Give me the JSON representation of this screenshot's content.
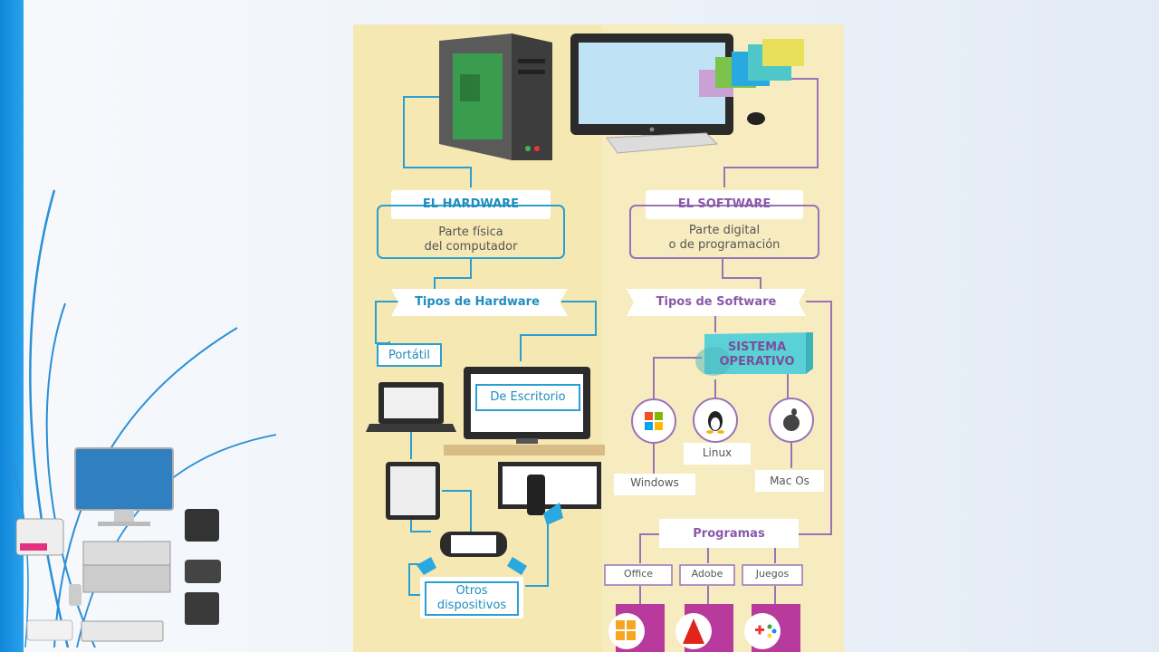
{
  "hardware": {
    "title": "EL HARDWARE",
    "desc_line1": "Parte física",
    "desc_line2": "del computador",
    "types_label": "Tipos de Hardware",
    "portatil": "Portátil",
    "escritorio": "De Escritorio",
    "otros_line1": "Otros",
    "otros_line2": "dispositivos"
  },
  "software": {
    "title": "EL SOFTWARE",
    "desc_line1": "Parte digital",
    "desc_line2": "o de programación",
    "types_label": "Tipos de Software",
    "so_line1": "SISTEMA",
    "so_line2": "OPERATIVO",
    "os": [
      "Windows",
      "Linux",
      "Mac Os"
    ],
    "programas_label": "Programas",
    "programs": [
      "Office",
      "Adobe",
      "Juegos"
    ]
  },
  "colors": {
    "left_bar": "#1d93e0",
    "background": "#f5e9b8",
    "hardware_accent": "#1f8dbf",
    "software_accent": "#8a5aa8",
    "sistema_operativo": "#5ad1d6"
  }
}
